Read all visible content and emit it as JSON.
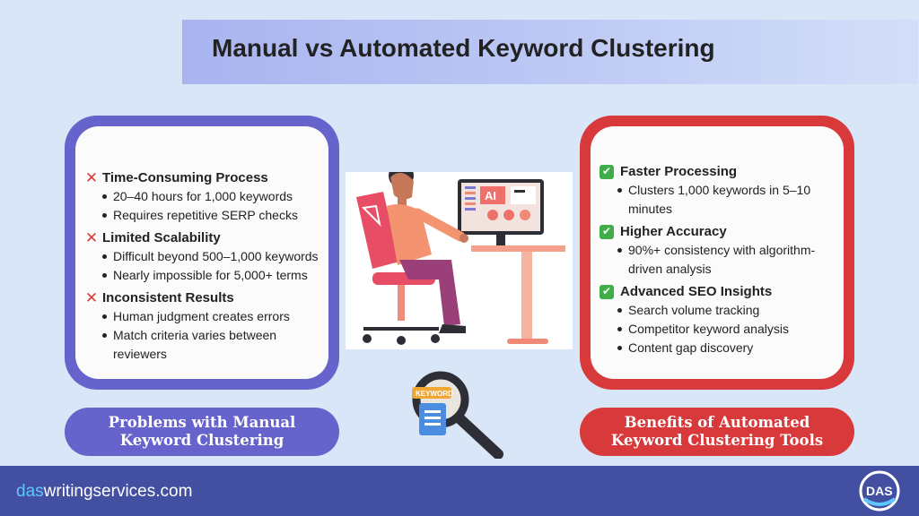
{
  "title": "Manual vs Automated Keyword Clustering",
  "left_panel": {
    "sections": [
      {
        "heading": "Time-Consuming Process",
        "bullets": [
          "20–40 hours for 1,000 keywords",
          "Requires repetitive SERP checks"
        ]
      },
      {
        "heading": "Limited Scalability",
        "bullets": [
          "Difficult beyond 500–1,000 keywords",
          "Nearly impossible for 5,000+ terms"
        ]
      },
      {
        "heading": "Inconsistent Results",
        "bullets": [
          "Human judgment creates errors",
          "Match criteria varies between reviewers"
        ]
      }
    ],
    "label_line1": "Problems with Manual",
    "label_line2": "Keyword Clustering"
  },
  "right_panel": {
    "sections": [
      {
        "heading": "Faster Processing",
        "bullets": [
          "Clusters 1,000 keywords in 5–10 minutes"
        ]
      },
      {
        "heading": "Higher Accuracy",
        "bullets": [
          "90%+ consistency with algorithm-driven analysis"
        ]
      },
      {
        "heading": "Advanced SEO Insights",
        "bullets": [
          "Search volume tracking",
          "Competitor keyword analysis",
          "Content gap discovery"
        ]
      }
    ],
    "label_line1": "Benefits of Automated",
    "label_line2": "Keyword Clustering Tools"
  },
  "illustration": {
    "screen_text": "AI",
    "tag_text": "KEYWORD"
  },
  "footer": {
    "brand_accent": "das",
    "brand_rest": "writingservices.com",
    "logo_text": "DAS"
  },
  "colors": {
    "background": "#d9e6f8",
    "left_accent": "#6663cc",
    "right_accent": "#d8393a",
    "footer": "#434fa0",
    "check_green": "#3fae49",
    "cross_red": "#d83a3a"
  }
}
